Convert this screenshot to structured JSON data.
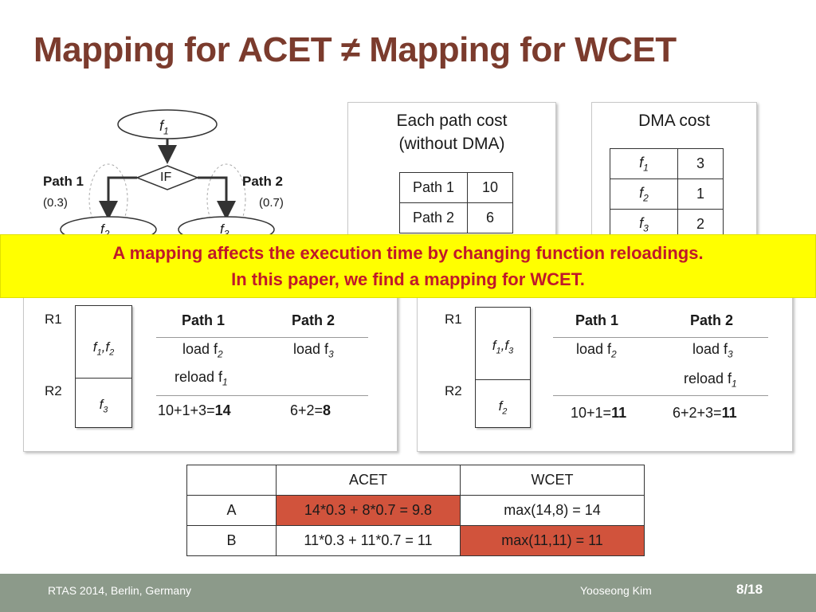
{
  "title": "Mapping for ACET ≠ Mapping for WCET",
  "graph": {
    "f1": "f",
    "f1_sub": "1",
    "if_label": "IF",
    "path1": "Path 1",
    "path1_prob": "(0.3)",
    "path2": "Path 2",
    "path2_prob": "(0.7)",
    "f2": "f",
    "f2_sub": "2",
    "f3": "f",
    "f3_sub": "3"
  },
  "path_cost": {
    "title_line1": "Each path cost",
    "title_line2": "(without DMA)",
    "rows": [
      {
        "label": "Path 1",
        "value": "10"
      },
      {
        "label": "Path 2",
        "value": "6"
      }
    ]
  },
  "dma_cost": {
    "title": "DMA cost",
    "rows": [
      {
        "fn": "f",
        "sub": "1",
        "value": "3"
      },
      {
        "fn": "f",
        "sub": "2",
        "value": "1"
      },
      {
        "fn": "f",
        "sub": "3",
        "value": "2"
      }
    ]
  },
  "banner": {
    "line1": "A mapping affects the execution time by changing function reloadings.",
    "line2": "In this paper, we find a mapping for WCET."
  },
  "mapping_a": {
    "r1": "R1",
    "r2": "R2",
    "mem_r1": "f",
    "mem_r1_sub_a": "1",
    "mem_r1_sep": ",f",
    "mem_r1_sub_b": "2",
    "mem_r2": "f",
    "mem_r2_sub": "3",
    "col1": "Path 1",
    "col2": "Path 2",
    "p1_load": "load f",
    "p1_load_sub": "2",
    "p2_load": "load f",
    "p2_load_sub": "3",
    "p1_reload": "reload f",
    "p1_reload_sub": "1",
    "p1_sum": "10+1+3=",
    "p1_total": "14",
    "p2_sum": "6+2=",
    "p2_total": "8"
  },
  "mapping_b": {
    "r1": "R1",
    "r2": "R2",
    "mem_r1": "f",
    "mem_r1_sub_a": "1",
    "mem_r1_sep": ",f",
    "mem_r1_sub_b": "3",
    "mem_r2": "f",
    "mem_r2_sub": "2",
    "col1": "Path 1",
    "col2": "Path 2",
    "p1_load": "load f",
    "p1_load_sub": "2",
    "p2_load": "load f",
    "p2_load_sub": "3",
    "p2_reload": "reload f",
    "p2_reload_sub": "1",
    "p1_sum": "10+1=",
    "p1_total": "11",
    "p2_sum": "6+2+3=",
    "p2_total": "11"
  },
  "summary": {
    "headers": [
      "",
      "ACET",
      "WCET"
    ],
    "rows": [
      {
        "label": "A",
        "acet": "14*0.3 + 8*0.7 = 9.8",
        "wcet": "max(14,8) = 14"
      },
      {
        "label": "B",
        "acet": "11*0.3 + 11*0.7 = 11",
        "wcet": "max(11,11) = 11"
      }
    ],
    "highlight_color": "#d1533c"
  },
  "footer": {
    "left": "RTAS 2014, Berlin, Germany",
    "author": "Yooseong Kim",
    "page": "8/18"
  },
  "colors": {
    "title": "#7b3b2d",
    "banner_bg": "#ffff00",
    "banner_text": "#c0182a",
    "footer_bg": "#8c9a8a"
  }
}
